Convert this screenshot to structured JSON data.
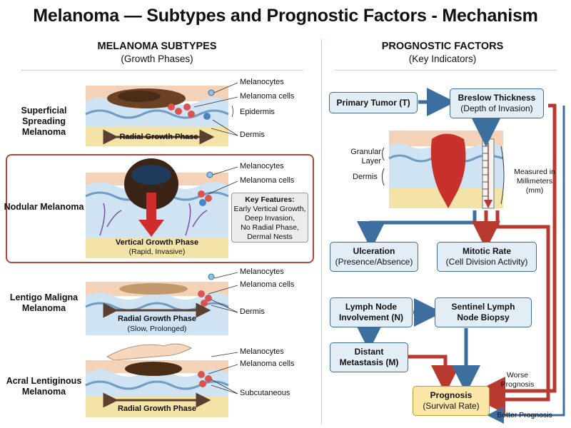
{
  "title": "Melanoma — Subtypes and Prognostic Factors - Mechanism",
  "left": {
    "heading": "MELANOMA SUBTYPES",
    "subheading": "(Growth Phases)",
    "subtypes": [
      {
        "name": "Superficial Spreading Melanoma",
        "labels": [
          "Melanocytes",
          "Melanoma cells",
          "Epidermis",
          "Dermis"
        ],
        "phase": "Radial Growth Phase",
        "phase_sub": ""
      },
      {
        "name": "Nodular Melanoma",
        "labels": [
          "Melanocytes",
          "Melanoma cells"
        ],
        "phase": "Vertical Growth Phase",
        "phase_sub": "(Rapid, Invasive)",
        "key_title": "Key Features:",
        "key_items": [
          "Early Vertical Growth,",
          "Deep Invasion,",
          "No Radial Phase,",
          "Dermal Nests"
        ]
      },
      {
        "name": "Lentigo Maligna Melanoma",
        "labels": [
          "Melanocytes",
          "Melanoma cells",
          "Dermis"
        ],
        "phase": "Radial Growth Phase",
        "phase_sub": "(Slow, Prolonged)"
      },
      {
        "name": "Acral Lentiginous Melanoma",
        "labels": [
          "Melanocytes",
          "Melanoma cells",
          "Subcutaneous"
        ],
        "phase": "Radial Growth Phase",
        "phase_sub": ""
      }
    ]
  },
  "right": {
    "heading": "PROGNOSTIC FACTORS",
    "subheading": "(Key Indicators)",
    "primary_tumor": "Primary Tumor (T)",
    "breslow_title": "Breslow Thickness",
    "breslow_sub": "(Depth of Invasion)",
    "granular": "Granular\nLayer",
    "granular_l1": "Granular",
    "granular_l2": "Layer",
    "dermis": "Dermis",
    "measured_l1": "Measured in",
    "measured_l2": "Millimeters",
    "measured_l3": "(mm)",
    "ulceration_title": "Ulceration",
    "ulceration_sub": "(Presence/Absence)",
    "mitotic_title": "Mitotic Rate",
    "mitotic_sub": "(Cell Division Activity)",
    "lymph_l1": "Lymph Node",
    "lymph_l2": "Involvement (N)",
    "sentinel_l1": "Sentinel Lymph",
    "sentinel_l2": "Node Biopsy",
    "distant_l1": "Distant",
    "distant_l2": "Metastasis (M)",
    "prognosis_title": "Prognosis",
    "prognosis_sub": "(Survival Rate)",
    "worse_l1": "Worse",
    "worse_l2": "Prognosis",
    "better": "Better Prognosis"
  },
  "colors": {
    "blue_arrow": "#3d6f9e",
    "red_arrow": "#b8392f",
    "box_fill": "#e3edf6",
    "prognosis_fill": "#fde7a8",
    "frame_red": "#b5473a"
  }
}
